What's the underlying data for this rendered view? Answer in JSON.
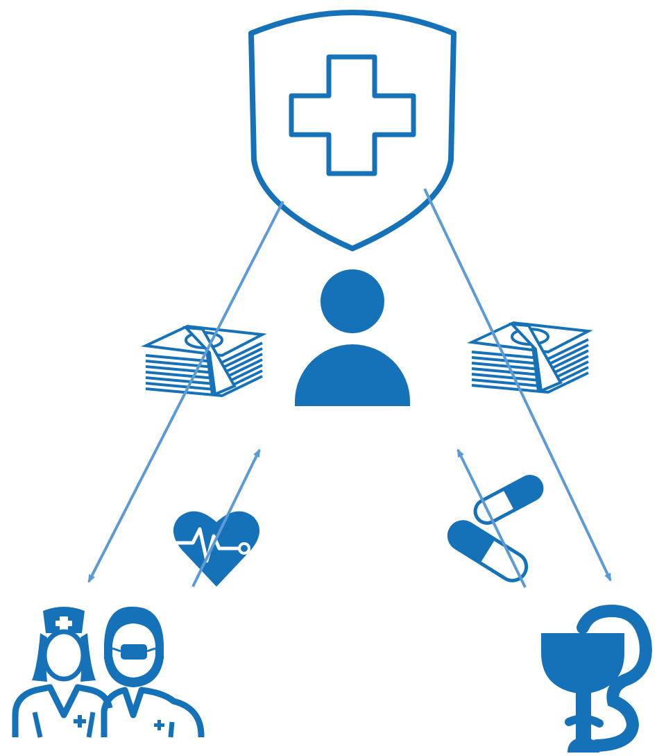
{
  "colors": {
    "primary": "#1672b8",
    "arrow": "#5b9bd5",
    "background": "#ffffff"
  },
  "nodes": [
    {
      "id": "insurer",
      "icon": "shield-plus-icon"
    },
    {
      "id": "patient",
      "icon": "person-icon"
    },
    {
      "id": "medical-staff",
      "icon": "doctor-nurse-icon"
    },
    {
      "id": "pharmacy",
      "icon": "pharmacy-caduceus-icon"
    }
  ],
  "flows": [
    {
      "from": "insurer",
      "to": "medical-staff",
      "icon": "money-stack-icon"
    },
    {
      "from": "insurer",
      "to": "pharmacy",
      "icon": "money-stack-icon"
    },
    {
      "from": "medical-staff",
      "to": "patient",
      "icon": "heart-pulse-icon"
    },
    {
      "from": "pharmacy",
      "to": "patient",
      "icon": "pills-icon"
    }
  ]
}
